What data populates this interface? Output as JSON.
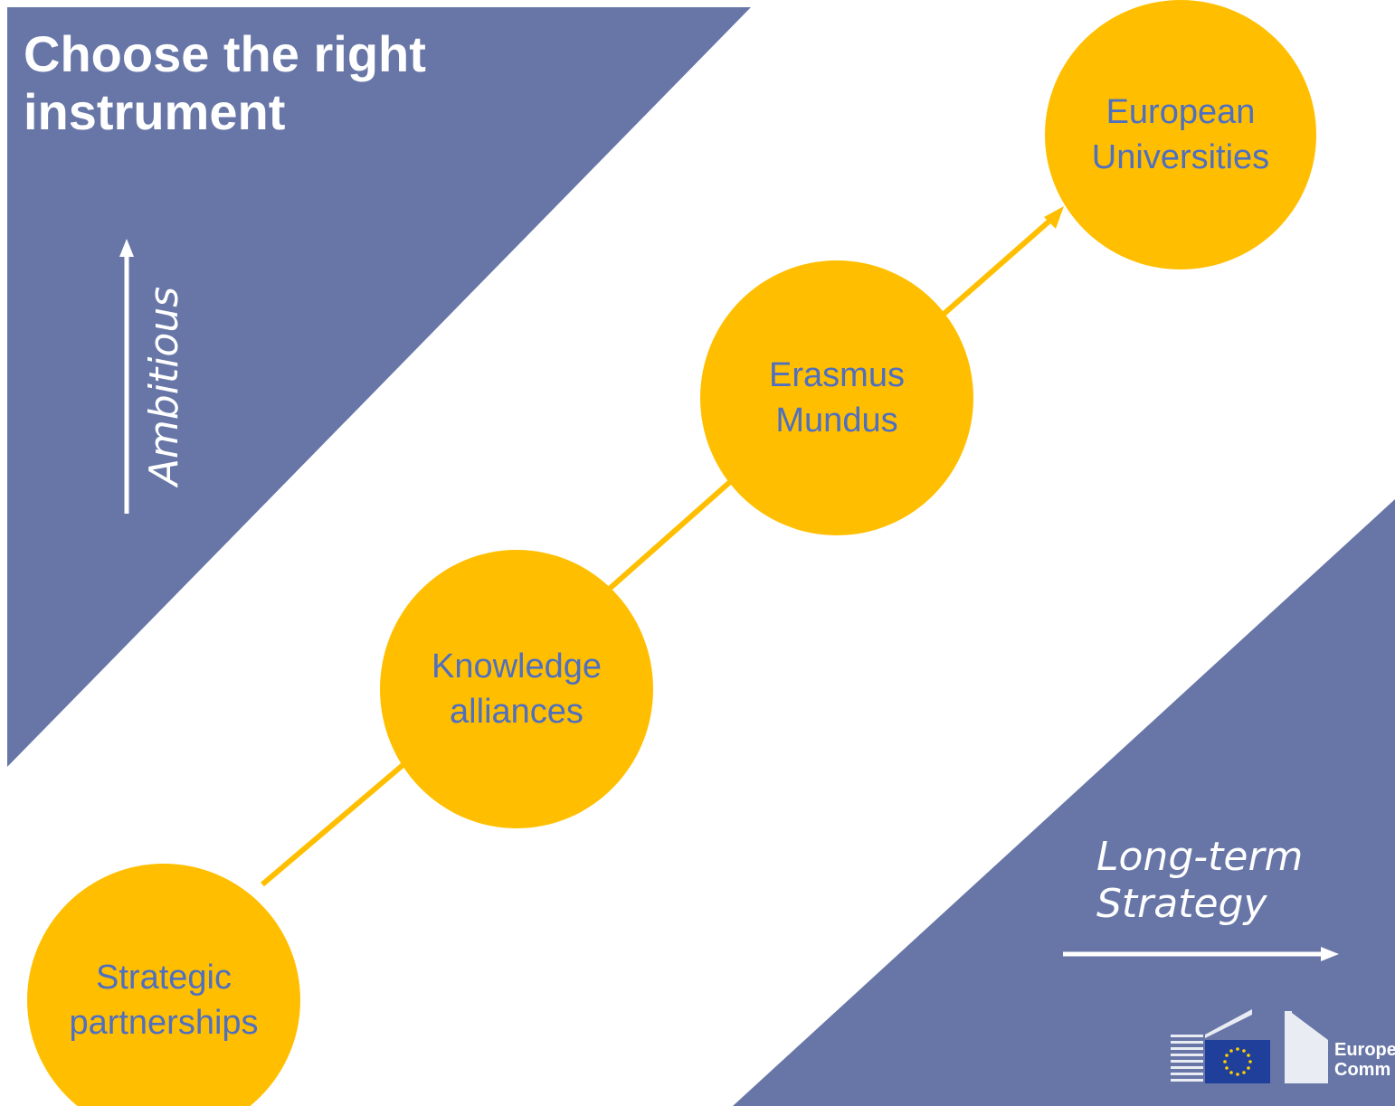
{
  "slide": {
    "title": "Choose the right\ninstrument",
    "vertical_axis_label": "Ambitious",
    "horizontal_axis_label": "Long-term\nStrategy"
  },
  "colors": {
    "band": "#6776a7",
    "node_fill": "#ffbf00",
    "node_text": "#4f6fc0",
    "connector": "#ffbf00",
    "arrow_white": "#ffffff"
  },
  "nodes": [
    {
      "label": "Strategic\npartnerships"
    },
    {
      "label": "Knowledge\nalliances"
    },
    {
      "label": "Erasmus\nMundus"
    },
    {
      "label": "European\nUniversities"
    }
  ],
  "logo": {
    "icon": "european-commission-logo",
    "text": "Europe\nComm"
  }
}
